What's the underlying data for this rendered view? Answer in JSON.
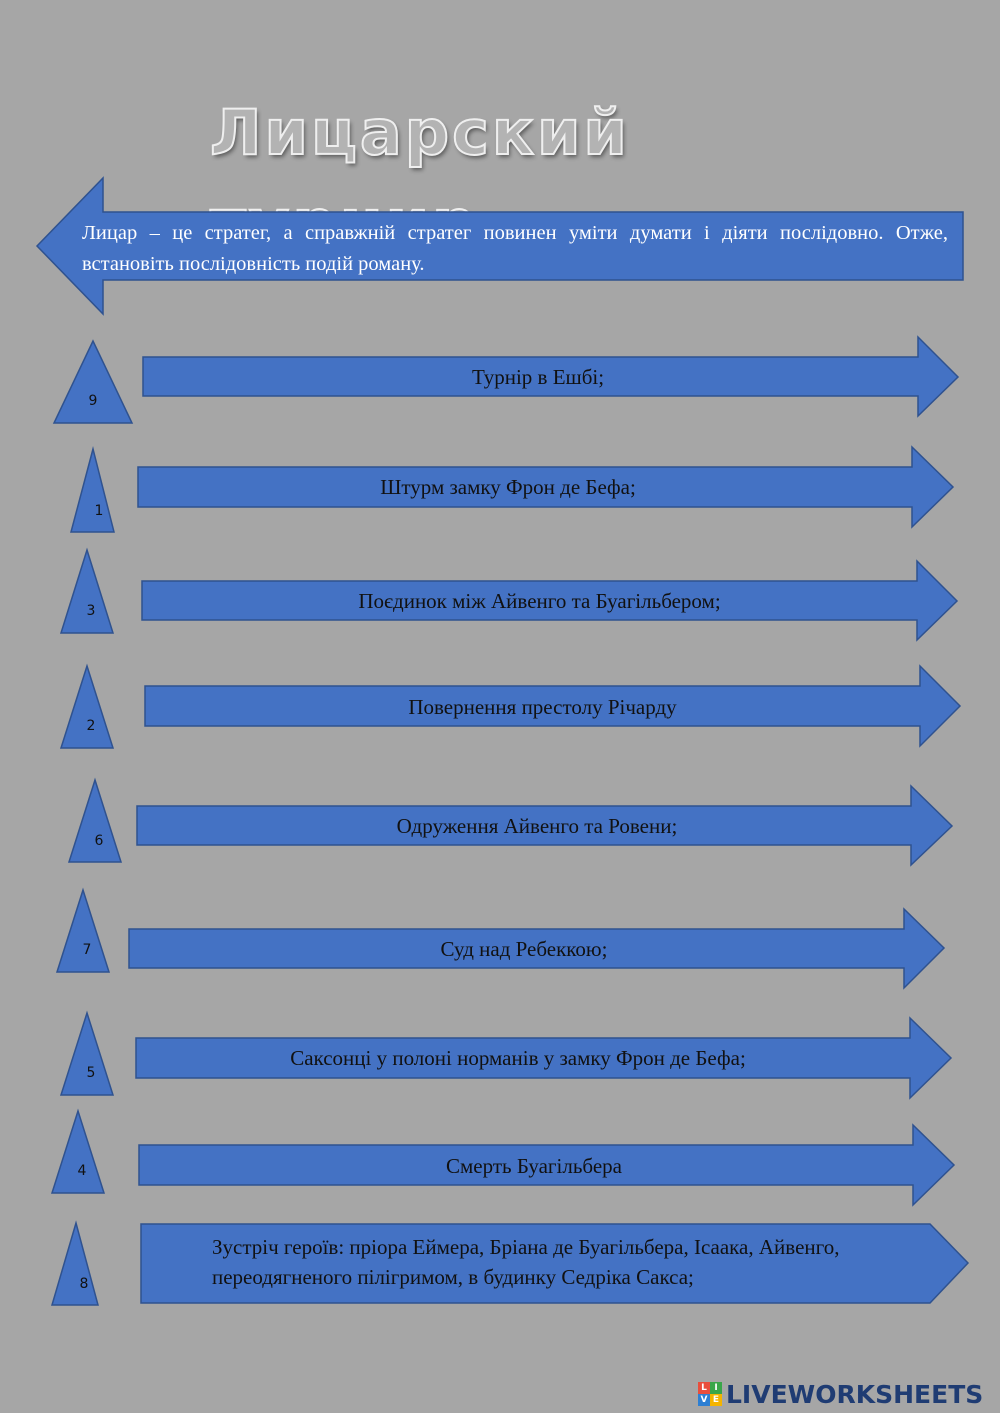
{
  "title": "Лицарский турнир",
  "intro": "Лицар – це стратег, а справжній стратег повинен уміти думати і діяти послідовно. Отже, встановіть послідовність подій роману.",
  "items": [
    {
      "number": "9",
      "text": "Турнір в Ешбі;"
    },
    {
      "number": "1",
      "text": "Штурм замку Фрон де Бефа;"
    },
    {
      "number": "3",
      "text": "Поєдинок між Айвенго та Буагільбером;"
    },
    {
      "number": "2",
      "text": "Повернення престолу Річарду"
    },
    {
      "number": "6",
      "text": "Одруження Айвенго та Ровени;"
    },
    {
      "number": "7",
      "text": "Суд над Ребеккою;"
    },
    {
      "number": "5",
      "text": "Саксонці у полоні норманів у замку Фрон де Бефа;"
    },
    {
      "number": "4",
      "text": "Смерть Буагільбера"
    },
    {
      "number": "8",
      "text": "Зустріч героїв: пріора Еймера, Бріана де Буагільбера, Ісаака, Айвенго, переодягненого пілігримом, в будинку Седріка Сакса;"
    }
  ],
  "logo": {
    "mark": [
      "L",
      "I",
      "V",
      "E"
    ],
    "text": "LIVEWORKSHEETS"
  },
  "colors": {
    "background": "#a6a6a6",
    "shape_fill": "#4472c4",
    "shape_stroke": "#2f528f"
  }
}
